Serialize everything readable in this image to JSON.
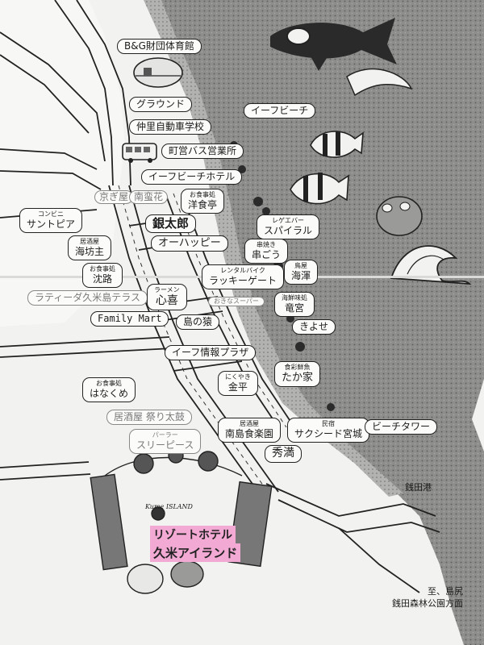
{
  "labels": {
    "bg_gym": "B&G財団体育館",
    "ground": "グラウンド",
    "driving_school": "仲里自動車学校",
    "bus_office": "町営バス営業所",
    "eef_beach": "イーフビーチ",
    "eef_hotel": "イーフビーチホテル",
    "kyoushin": "京ぎ屋",
    "nanbana": "南蛮花",
    "youshokutei_small": "お食事処",
    "youshokutei": "洋食亭",
    "conveni_small": "コンビニ",
    "sunpia": "サントピア",
    "ginjiro": "銀太郎",
    "spiral_small": "レゲエバー",
    "spiral": "スパイラル",
    "umibouzu_small": "居酒屋",
    "umibouzu": "海坊主",
    "ohappy": "オーハッピー",
    "kushigou_small": "串焼き",
    "kushigou": "串ごう",
    "torimi_small": "鳥屋",
    "torimi": "海渾",
    "okusura_small": "お食事処",
    "okusura": "沈路",
    "lucky_small": "レンタルバイク",
    "lucky": "ラッキーゲート",
    "terrace": "ラティーダ久米島テラス",
    "shingi_small": "ラーメン",
    "shingi": "心喜",
    "okinawa_super": "おきなスーパー",
    "ryukyu_small": "海鮮味処",
    "ryukyu": "竜宮",
    "kiyose": "きよせ",
    "family_mart": "Family Mart",
    "shimanosaru": "島の猿",
    "info_plaza": "イーフ情報プラザ",
    "takaya_small": "食彩鮮魚",
    "takaya": "たか家",
    "hanakume_small": "お食事処",
    "hanakume": "はなくめ",
    "kinpei_small": "にくやき",
    "kinpei": "金平",
    "matsuri": "居酒屋 祭り太鼓",
    "sleepiece_small": "パーラー",
    "sleepiece": "スリーピース",
    "nantou_small": "居酒屋",
    "nantou": "南島食楽園",
    "miyagi_small": "民宿",
    "miyagi": "サクシード宮城",
    "beach_tower": "ビーチタワー",
    "shuzen": "秀満",
    "port": "銭田港",
    "resort1": "リゾートホテル",
    "resort2": "久米アイランド",
    "resort_logo": "Kume ISLAND"
  },
  "footer": {
    "line1": "至、島尻",
    "line2": "銭田森林公園方面"
  }
}
